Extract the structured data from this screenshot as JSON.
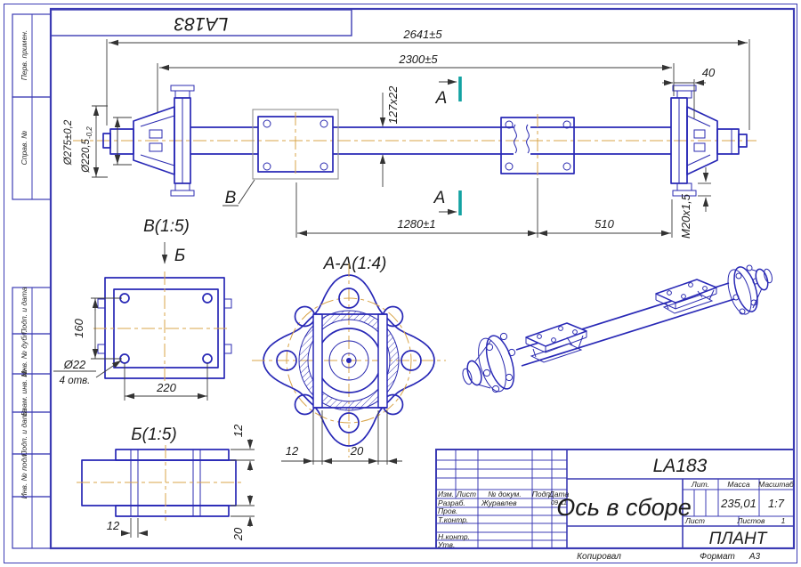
{
  "colors": {
    "line_blue": "#2828b6",
    "frame_blue": "#3c3cb4",
    "centerline_orange": "#d8a449",
    "section_teal": "#12a2a2"
  },
  "frame": {
    "stamp_top": "LA183",
    "left_top": [
      "Перв. примен.",
      "Справ. №"
    ],
    "left_bottom": [
      "Подп. и дата",
      "Инв. № дубл.",
      "Взам. инв. №",
      "Подп. и дата",
      "Инв. № подл."
    ],
    "footer": {
      "copied": "Копировал",
      "format_label": "Формат",
      "format_value": "А3"
    }
  },
  "views": {
    "main": {
      "dims": {
        "overall": "2641±5",
        "between_flanges": "2300±5",
        "end_offset": "40",
        "tube_section": "127x22",
        "plate_span": "1280±1",
        "plate_to_hub": "510",
        "thread": "M20x1,5",
        "flange_dia": "Ø275±0,2",
        "hub_dia": "Ø220,5",
        "hub_dia_tol": "-0,2"
      },
      "section_label": "А",
      "callout": "В"
    },
    "view_v": {
      "title": "В(1:5)",
      "arrow_label": "Б",
      "dim_height": "160",
      "dim_width": "220",
      "dim_hole": "Ø22",
      "holes_note": "4 отв."
    },
    "view_b": {
      "title": "Б(1:5)",
      "dim_top": "12",
      "dim_bottom": "20",
      "dim_rib": "12"
    },
    "section_aa": {
      "title": "А-А(1:4)",
      "dim_left": "12",
      "dim_right": "20"
    }
  },
  "title_block": {
    "designation": "LA183",
    "title": "Ось в сборе",
    "company": "ПЛАНТ",
    "cols": {
      "izm": "Изм.",
      "list": "Лист",
      "doc": "№ докум.",
      "sign": "Подп.",
      "date": "Дата"
    },
    "rows": {
      "developed": "Разраб.",
      "checked": "Пров.",
      "tcontrol": "Т.контр.",
      "ncontrol": "Н.контр.",
      "approved": "Утв."
    },
    "developer_name": "Журавлев",
    "developed_date": "09.11",
    "lit_label": "Лит.",
    "mass_label": "Масса",
    "scale_label": "Масштаб",
    "mass": "235,01",
    "scale": "1:7",
    "sheet_label": "Лист",
    "sheets_label": "Листов",
    "sheets_count": "1"
  }
}
